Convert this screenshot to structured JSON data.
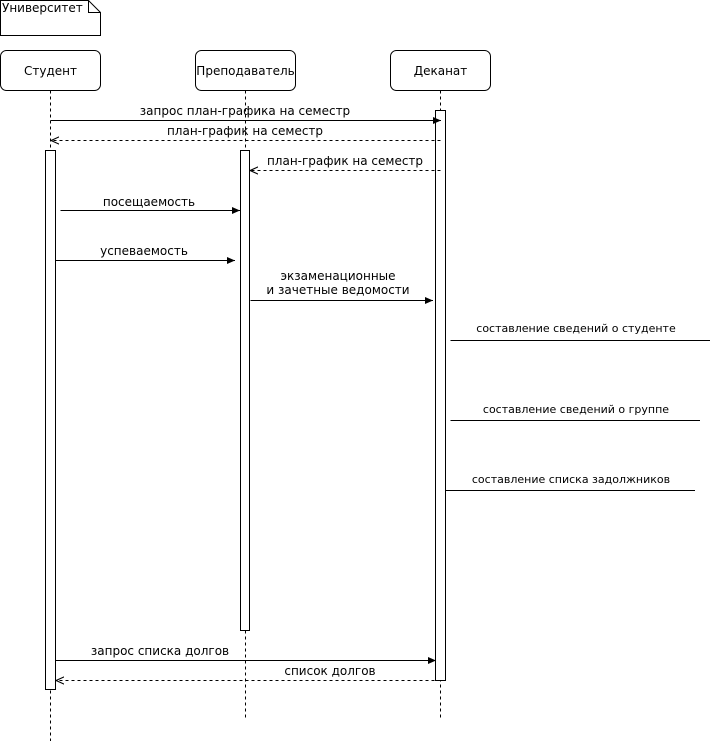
{
  "frame": {
    "title": "Университет"
  },
  "participants": [
    {
      "id": "student",
      "label": "Студент"
    },
    {
      "id": "teacher",
      "label": "Преподаватель"
    },
    {
      "id": "dean",
      "label": "Деканат"
    }
  ],
  "messages": [
    {
      "id": "m1",
      "from": "student",
      "to": "dean",
      "style": "solid",
      "lines": [
        "запрос план-графика на семестр"
      ]
    },
    {
      "id": "m2",
      "from": "dean",
      "to": "student",
      "style": "dashed",
      "lines": [
        "план-график на семестр"
      ]
    },
    {
      "id": "m3",
      "from": "dean",
      "to": "teacher",
      "style": "dashed",
      "lines": [
        "план-график на семестр"
      ]
    },
    {
      "id": "m4",
      "from": "student",
      "to": "teacher",
      "style": "solid",
      "lines": [
        "посещаемость"
      ]
    },
    {
      "id": "m5",
      "from": "student",
      "to": "teacher",
      "style": "solid",
      "lines": [
        "успеваемость"
      ]
    },
    {
      "id": "m6",
      "from": "teacher",
      "to": "dean",
      "style": "solid",
      "lines": [
        "экзаменационные",
        "и зачетные ведомости"
      ]
    },
    {
      "id": "m10",
      "from": "student",
      "to": "dean",
      "style": "solid",
      "lines": [
        "запрос списка долгов"
      ]
    },
    {
      "id": "m11",
      "from": "dean",
      "to": "student",
      "style": "dashed",
      "lines": [
        "список долгов"
      ]
    }
  ],
  "notes": [
    {
      "id": "n1",
      "text": "составление сведений о студенте"
    },
    {
      "id": "n2",
      "text": "составление сведений о группе"
    },
    {
      "id": "n3",
      "text": "составление списка задолжников"
    }
  ]
}
